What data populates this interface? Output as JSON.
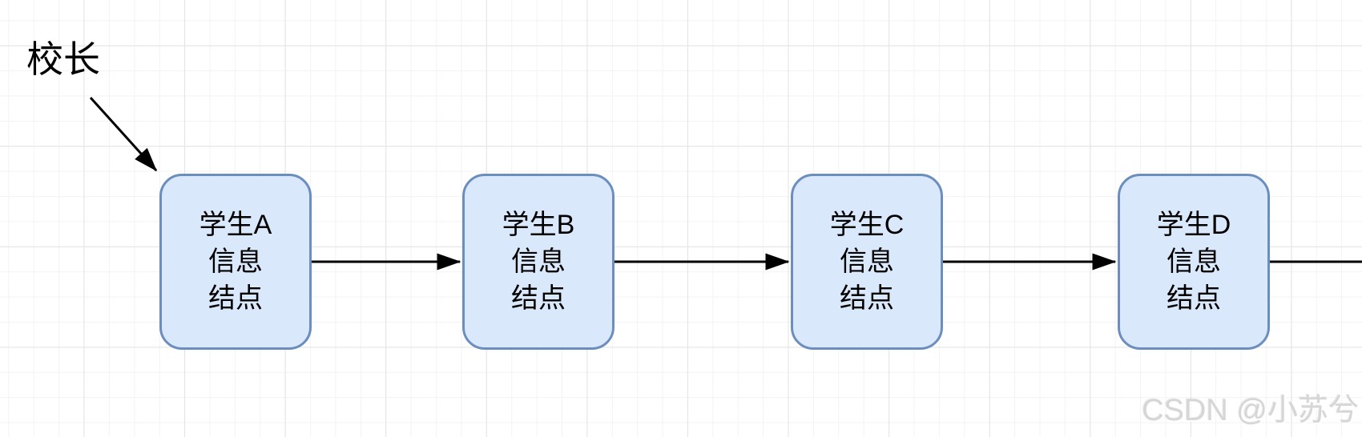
{
  "diagram": {
    "pointer_label": "校长",
    "nodes": [
      {
        "id": "A",
        "lines": [
          "学生A",
          "信息",
          "结点"
        ]
      },
      {
        "id": "B",
        "lines": [
          "学生B",
          "信息",
          "结点"
        ]
      },
      {
        "id": "C",
        "lines": [
          "学生C",
          "信息",
          "结点"
        ]
      },
      {
        "id": "D",
        "lines": [
          "学生D",
          "信息",
          "结点"
        ]
      }
    ],
    "connections": [
      "校长 → 学生A",
      "学生A → 学生B",
      "学生B → 学生C",
      "学生C → 学生D",
      "学生D → (继续)"
    ],
    "colors": {
      "node_fill": "#dae8fc",
      "node_border": "#6c8ebf",
      "arrow": "#000000",
      "grid_minor": "#f3f3f3",
      "grid_major": "#e3e3e3",
      "text": "#000000"
    }
  },
  "watermark": {
    "text": "CSDN @小苏兮"
  }
}
